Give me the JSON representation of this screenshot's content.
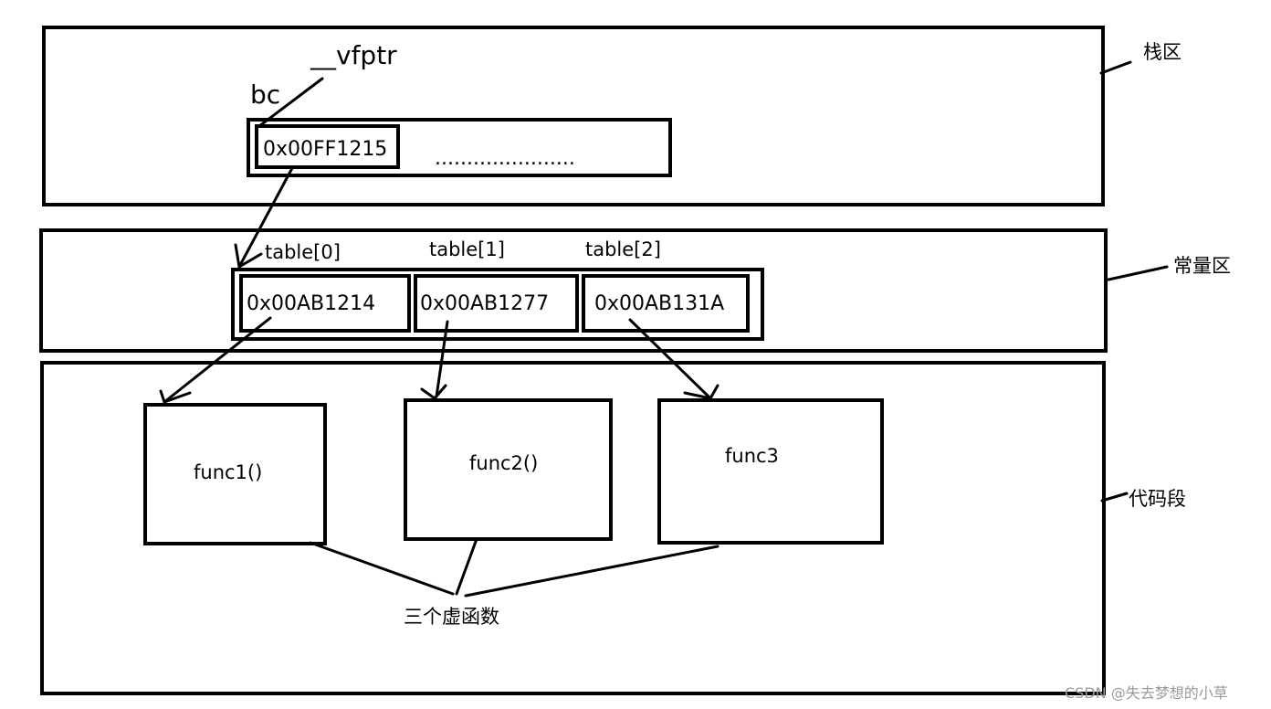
{
  "regions": {
    "stack": "栈区",
    "constant": "常量区",
    "code": "代码段"
  },
  "object": {
    "name": "bc",
    "pointer_name": "__vfptr",
    "vfptr_value": "0x00FF1215",
    "rest": "......................"
  },
  "vtable": {
    "labels": [
      "table[0]",
      "table[1]",
      "table[2]"
    ],
    "values": [
      "0x00AB1214",
      "0x00AB1277",
      "0x00AB131A"
    ]
  },
  "functions": [
    "func1()",
    "func2()",
    "func3"
  ],
  "functions_caption": "三个虚函数",
  "watermark": "CSDN @失去梦想的小草"
}
